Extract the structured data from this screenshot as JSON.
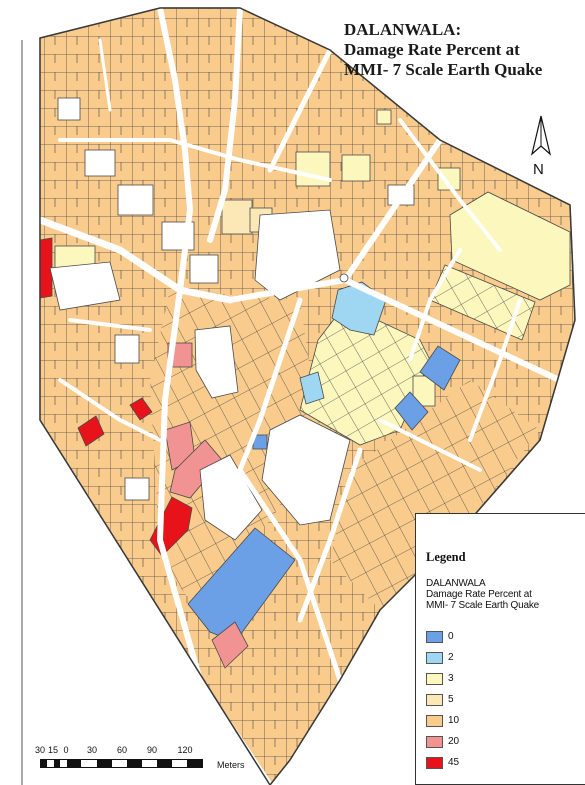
{
  "map": {
    "title_lines": [
      "DALANWALA:",
      "Damage Rate Percent at",
      "MMI- 7 Scale Earth Quake"
    ],
    "north_label": "N",
    "colors": {
      "class_0": "#6b9fe6",
      "class_2": "#9fd6f2",
      "class_3": "#fbf7bd",
      "class_5": "#fbe8b6",
      "class_10": "#f9cb8c",
      "class_20": "#f29393",
      "class_45": "#e8121b",
      "roads": "#ffffff",
      "parcel_border": "#4a4a4a"
    },
    "parcel_counts_by_class": {
      "0": 5,
      "2": 3,
      "3": 20,
      "10": "majority",
      "20": 4,
      "45": 4
    }
  },
  "legend": {
    "heading": "Legend",
    "subtitle_lines": [
      "DALANWALA",
      "Damage Rate Percent at",
      "MMI- 7 Scale Earth Quake"
    ],
    "items": [
      {
        "value": "0",
        "color": "#6b9fe6"
      },
      {
        "value": "2",
        "color": "#9fd6f2"
      },
      {
        "value": "3",
        "color": "#fbf7bd"
      },
      {
        "value": "5",
        "color": "#fbe8b6"
      },
      {
        "value": "10",
        "color": "#f9cb8c"
      },
      {
        "value": "20",
        "color": "#f29393"
      },
      {
        "value": "45",
        "color": "#e8121b"
      }
    ]
  },
  "scale": {
    "ticks": [
      "30",
      "15",
      "0",
      "30",
      "60",
      "90",
      "120"
    ],
    "unit": "Meters"
  }
}
